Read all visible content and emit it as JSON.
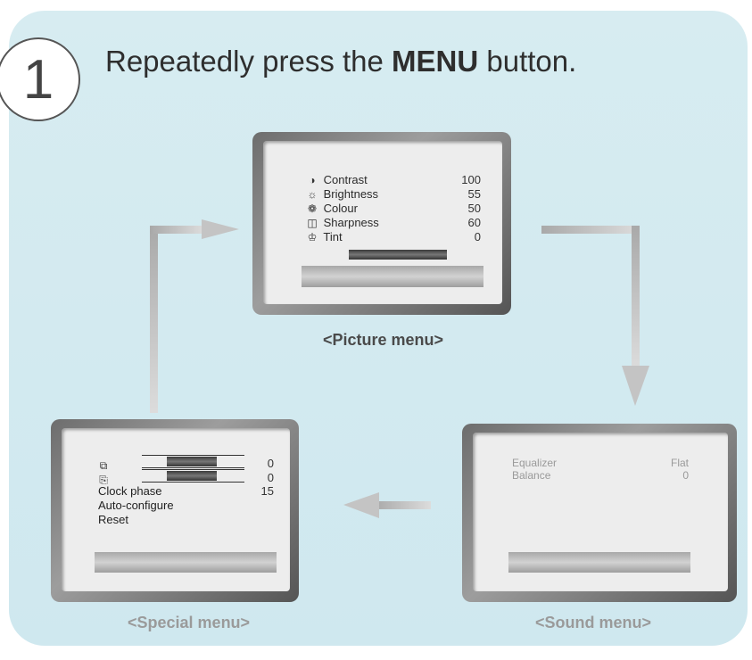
{
  "instruction": {
    "pre": "Repeatedly press the ",
    "bold": "MENU",
    "post": " button.",
    "step": "1"
  },
  "picture_menu": {
    "caption": "<Picture menu>",
    "items": [
      {
        "icon": "contrast-icon",
        "glyph": "◑",
        "label": "Contrast",
        "value": "100"
      },
      {
        "icon": "brightness-icon",
        "glyph": "☼",
        "label": "Brightness",
        "value": "55"
      },
      {
        "icon": "colour-icon",
        "glyph": "❁",
        "label": "Colour",
        "value": "50"
      },
      {
        "icon": "sharpness-icon",
        "glyph": "◫",
        "label": "Sharpness",
        "value": "60"
      },
      {
        "icon": "tint-icon",
        "glyph": "♔",
        "label": "Tint",
        "value": "0"
      }
    ]
  },
  "sound_menu": {
    "caption": "<Sound menu>",
    "items": [
      {
        "label": "Equalizer",
        "value": "Flat"
      },
      {
        "label": "Balance",
        "value": "0"
      }
    ]
  },
  "special_menu": {
    "caption": "<Special menu>",
    "slider_values": [
      "0",
      "0"
    ],
    "items": [
      {
        "label": "Clock phase",
        "value": "15"
      },
      {
        "label": "Auto-configure",
        "value": ""
      },
      {
        "label": "Reset",
        "value": ""
      }
    ]
  },
  "colors": {
    "panel": "#d3eaf0",
    "caption_dark": "#4a4a4a",
    "caption_light": "#9a9a9a",
    "arrow": "#b8b8b8"
  }
}
